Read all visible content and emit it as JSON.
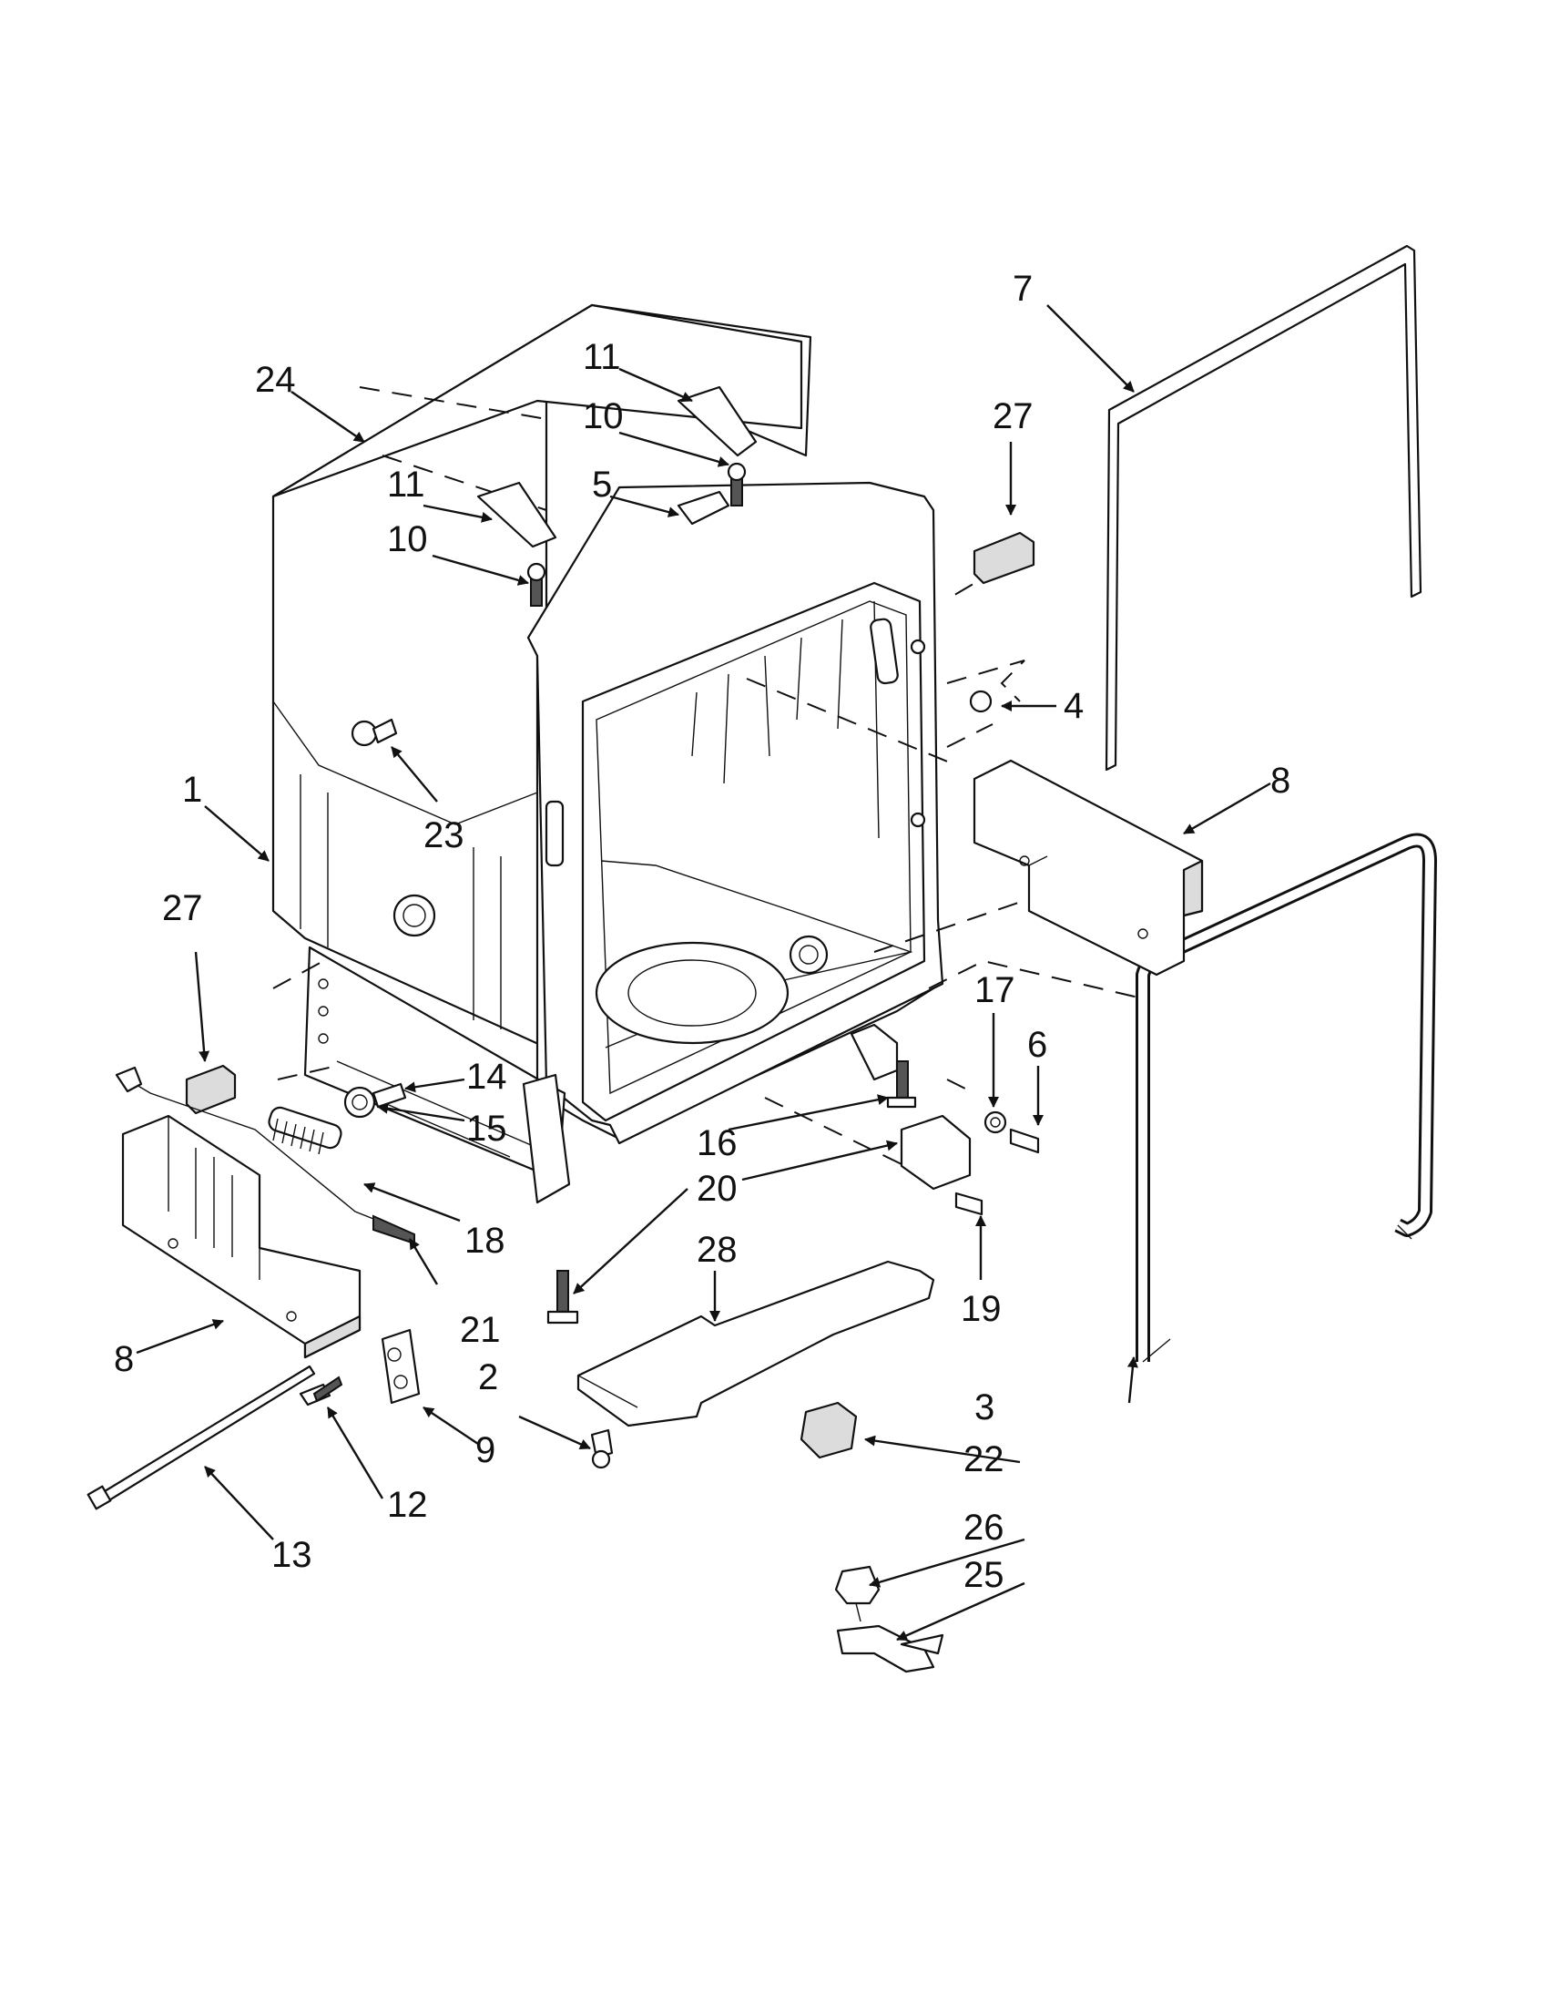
{
  "callouts": [
    {
      "id": "c1",
      "label": "1"
    },
    {
      "id": "c2",
      "label": "2"
    },
    {
      "id": "c3",
      "label": "3"
    },
    {
      "id": "c4",
      "label": "4"
    },
    {
      "id": "c5",
      "label": "5"
    },
    {
      "id": "c6",
      "label": "6"
    },
    {
      "id": "c7",
      "label": "7"
    },
    {
      "id": "c8a",
      "label": "8"
    },
    {
      "id": "c8b",
      "label": "8"
    },
    {
      "id": "c9",
      "label": "9"
    },
    {
      "id": "c10a",
      "label": "10"
    },
    {
      "id": "c10b",
      "label": "10"
    },
    {
      "id": "c11a",
      "label": "11"
    },
    {
      "id": "c11b",
      "label": "11"
    },
    {
      "id": "c12",
      "label": "12"
    },
    {
      "id": "c13",
      "label": "13"
    },
    {
      "id": "c14",
      "label": "14"
    },
    {
      "id": "c15",
      "label": "15"
    },
    {
      "id": "c16a",
      "label": "16"
    },
    {
      "id": "c17",
      "label": "17"
    },
    {
      "id": "c18",
      "label": "18"
    },
    {
      "id": "c19",
      "label": "19"
    },
    {
      "id": "c20",
      "label": "20"
    },
    {
      "id": "c21",
      "label": "21"
    },
    {
      "id": "c22",
      "label": "22"
    },
    {
      "id": "c23",
      "label": "23"
    },
    {
      "id": "c24",
      "label": "24"
    },
    {
      "id": "c25",
      "label": "25"
    },
    {
      "id": "c26",
      "label": "26"
    },
    {
      "id": "c27a",
      "label": "27"
    },
    {
      "id": "c27b",
      "label": "27"
    },
    {
      "id": "c28",
      "label": "28"
    }
  ]
}
